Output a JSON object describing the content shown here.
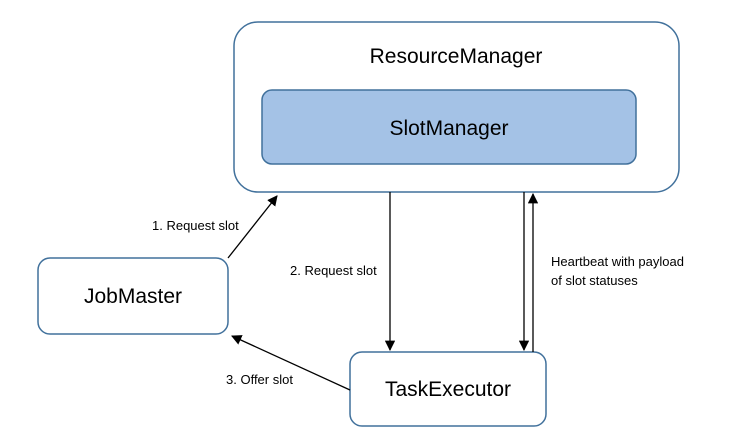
{
  "nodes": {
    "resource_manager": {
      "label": "ResourceManager"
    },
    "slot_manager": {
      "label": "SlotManager"
    },
    "job_master": {
      "label": "JobMaster"
    },
    "task_executor": {
      "label": "TaskExecutor"
    }
  },
  "edges": {
    "request_slot_jm": {
      "label": "1. Request slot"
    },
    "request_slot_rm": {
      "label": "2. Request slot"
    },
    "offer_slot": {
      "label": "3. Offer slot"
    },
    "heartbeat": {
      "label_line1": "Heartbeat with payload",
      "label_line2": "of slot statuses"
    }
  },
  "colors": {
    "stroke": "#41719c",
    "slot_manager_fill": "#a4c2e6",
    "arrow": "#000000",
    "text": "#000000"
  }
}
